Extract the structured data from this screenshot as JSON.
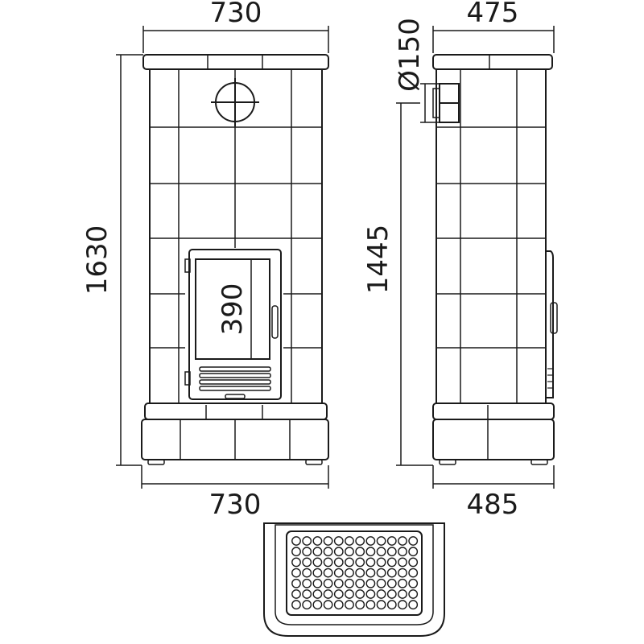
{
  "dimensions": {
    "front_width_top": "730",
    "front_width_bottom": "730",
    "front_height": "1630",
    "door_height": "390",
    "side_depth_top": "475",
    "side_depth_bottom": "485",
    "flue_diameter": "Ø150",
    "flue_height": "1445"
  },
  "colors": {
    "tile_fill": "#ece9d4",
    "line": "#1a1a1a"
  }
}
